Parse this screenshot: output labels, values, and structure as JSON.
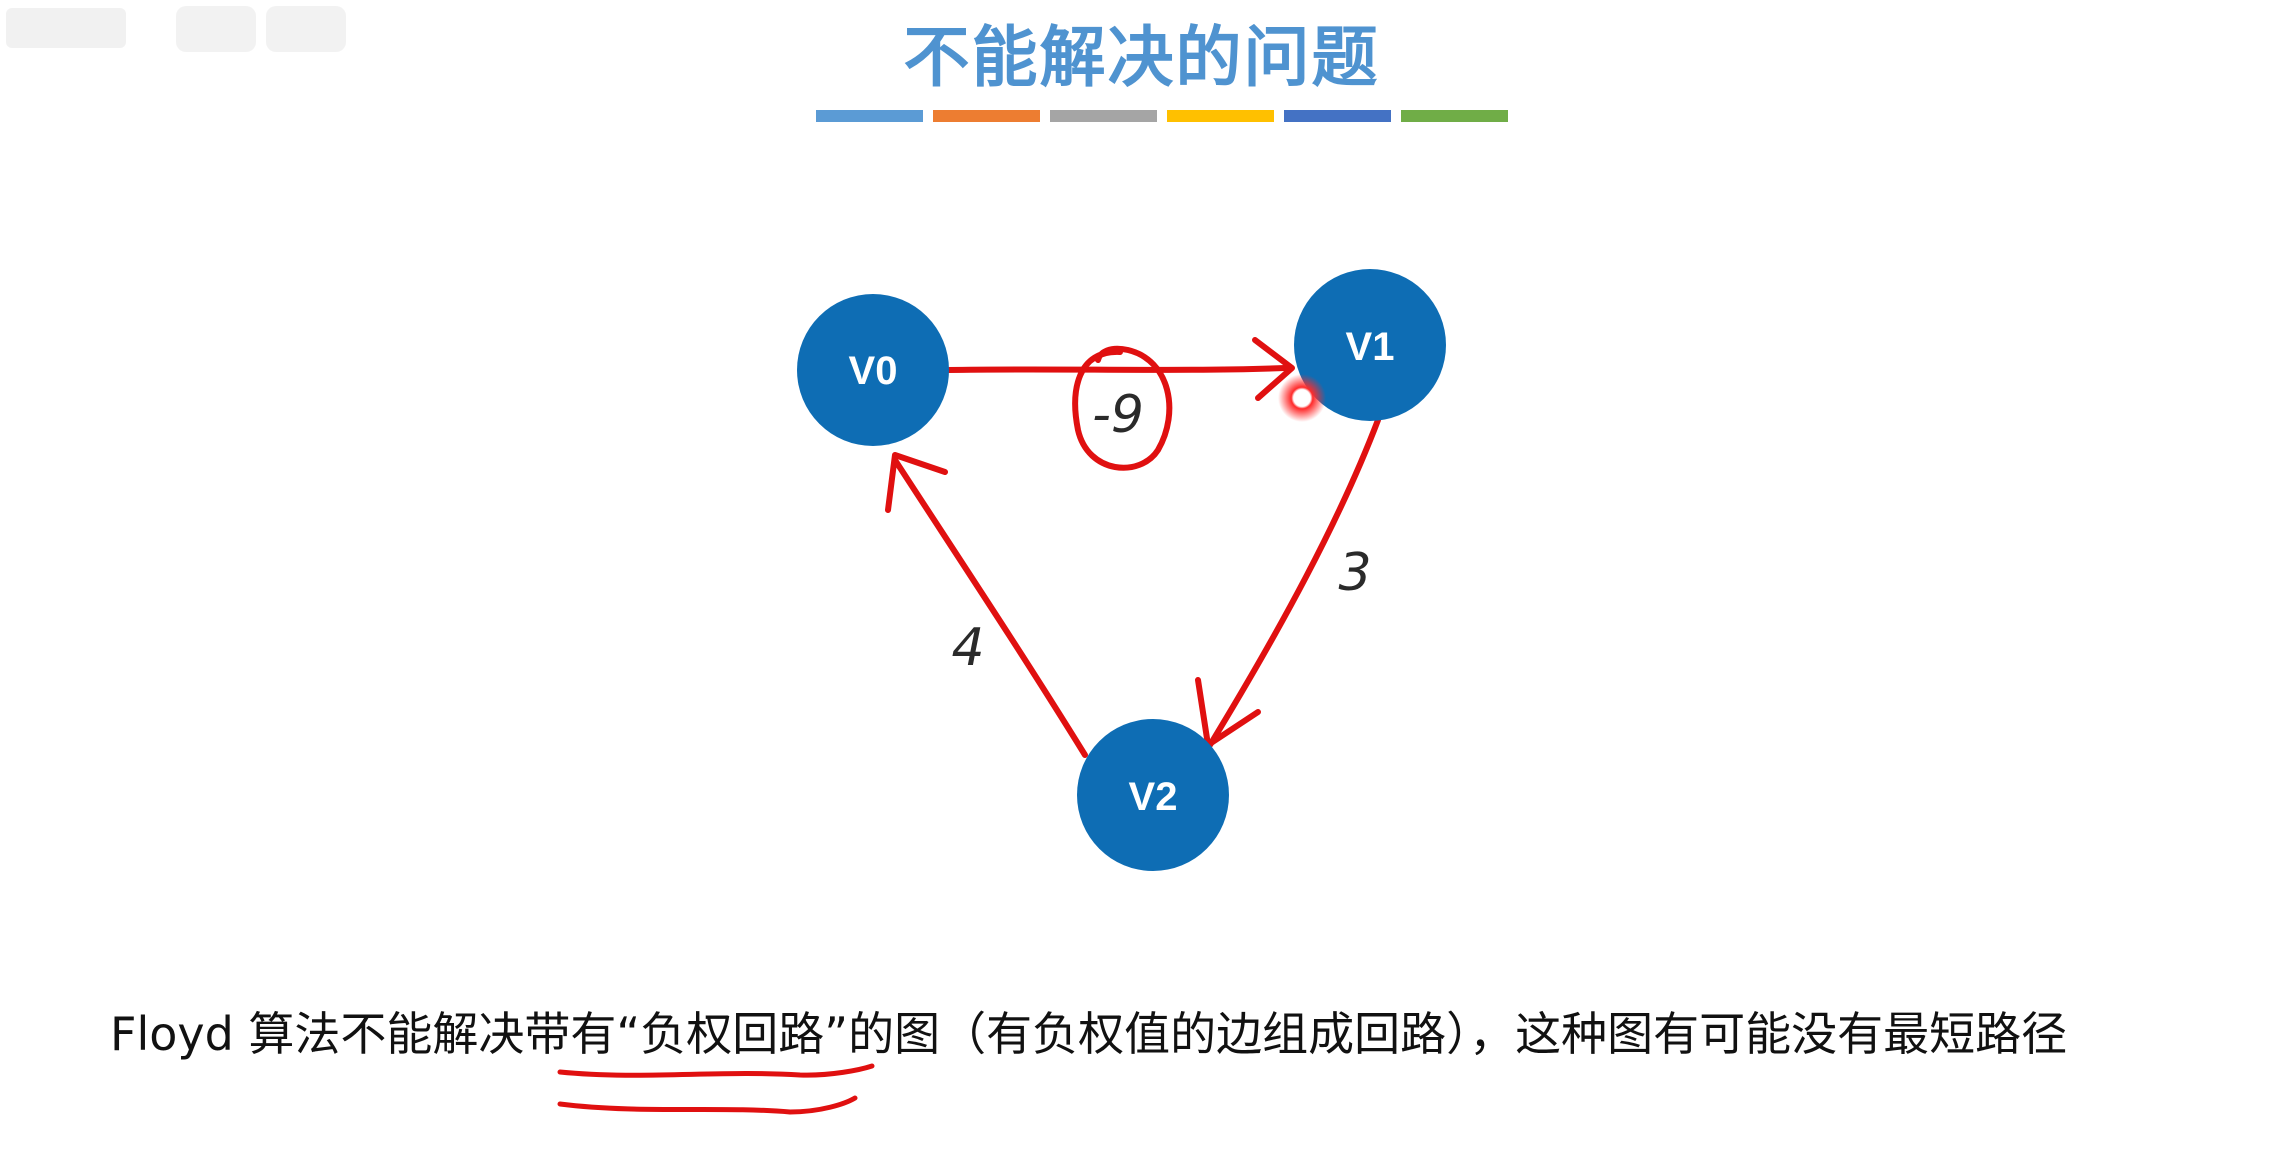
{
  "title": "不能解决的问题",
  "color_bar": [
    "#5b9bd5",
    "#ed7d31",
    "#a5a5a5",
    "#ffc000",
    "#4472c4",
    "#70ad47"
  ],
  "colors": {
    "node": "#0e6db4",
    "annotation": "#e01010",
    "title": "#4f93d0"
  },
  "nodes": [
    {
      "id": "V0",
      "label": "V0"
    },
    {
      "id": "V1",
      "label": "V1"
    },
    {
      "id": "V2",
      "label": "V2"
    }
  ],
  "edges": [
    {
      "from": "V0",
      "to": "V1",
      "weight": "-9"
    },
    {
      "from": "V1",
      "to": "V2",
      "weight": "3"
    },
    {
      "from": "V2",
      "to": "V0",
      "weight": "4"
    }
  ],
  "caption": "Floyd 算法不能解决带有“负权回路”的图（有负权值的边组成回路），这种图有可能没有最短路径"
}
